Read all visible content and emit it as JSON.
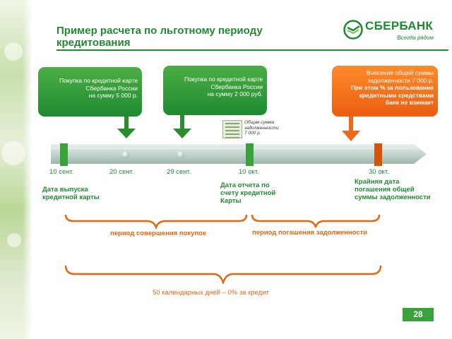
{
  "slide": {
    "title": "Пример расчета по льготному периоду кредитования",
    "page_number": "28"
  },
  "logo": {
    "name": "СБЕРБАНК",
    "tagline": "Всегда рядом"
  },
  "callouts": {
    "purchase1": [
      "Покупка по кредитной карте",
      "Сбербанка России",
      "на сумму 5 000 р."
    ],
    "purchase2": [
      "Покупка по кредитной карте",
      "Сбербанка России",
      "на сумму 2 000 руб."
    ],
    "repayment": [
      "Внесение общей суммы",
      "задолженности 7 000 р.",
      "При этом % за пользование",
      "кредитными средствами",
      "банк не взимает"
    ]
  },
  "card_note": [
    "Общая сумма",
    "задолженности",
    "7 000 р."
  ],
  "dates": {
    "d1": "10 сент.",
    "d2": "20 сент.",
    "d3": "29 сент.",
    "d4": "10 окт.",
    "d5": "30 окт."
  },
  "notes": {
    "issue_date": [
      "Дата выпуска",
      "кредитной карты"
    ],
    "report_date": [
      "Дата отчета по",
      "счету кредитной",
      "Карты"
    ],
    "due_date": [
      "Крайняя дата",
      "погашения общей",
      "суммы задолженности"
    ]
  },
  "periods": {
    "purchase": "период совершения покупок",
    "repayment": "период погашения задолженности",
    "grace": "50 календарных дней – 0% за кредит"
  },
  "colors": {
    "brand_green": "#1f8a32",
    "accent_orange": "#e8650e",
    "marker_green": "#3aa23a",
    "marker_orange": "#d4540a"
  }
}
